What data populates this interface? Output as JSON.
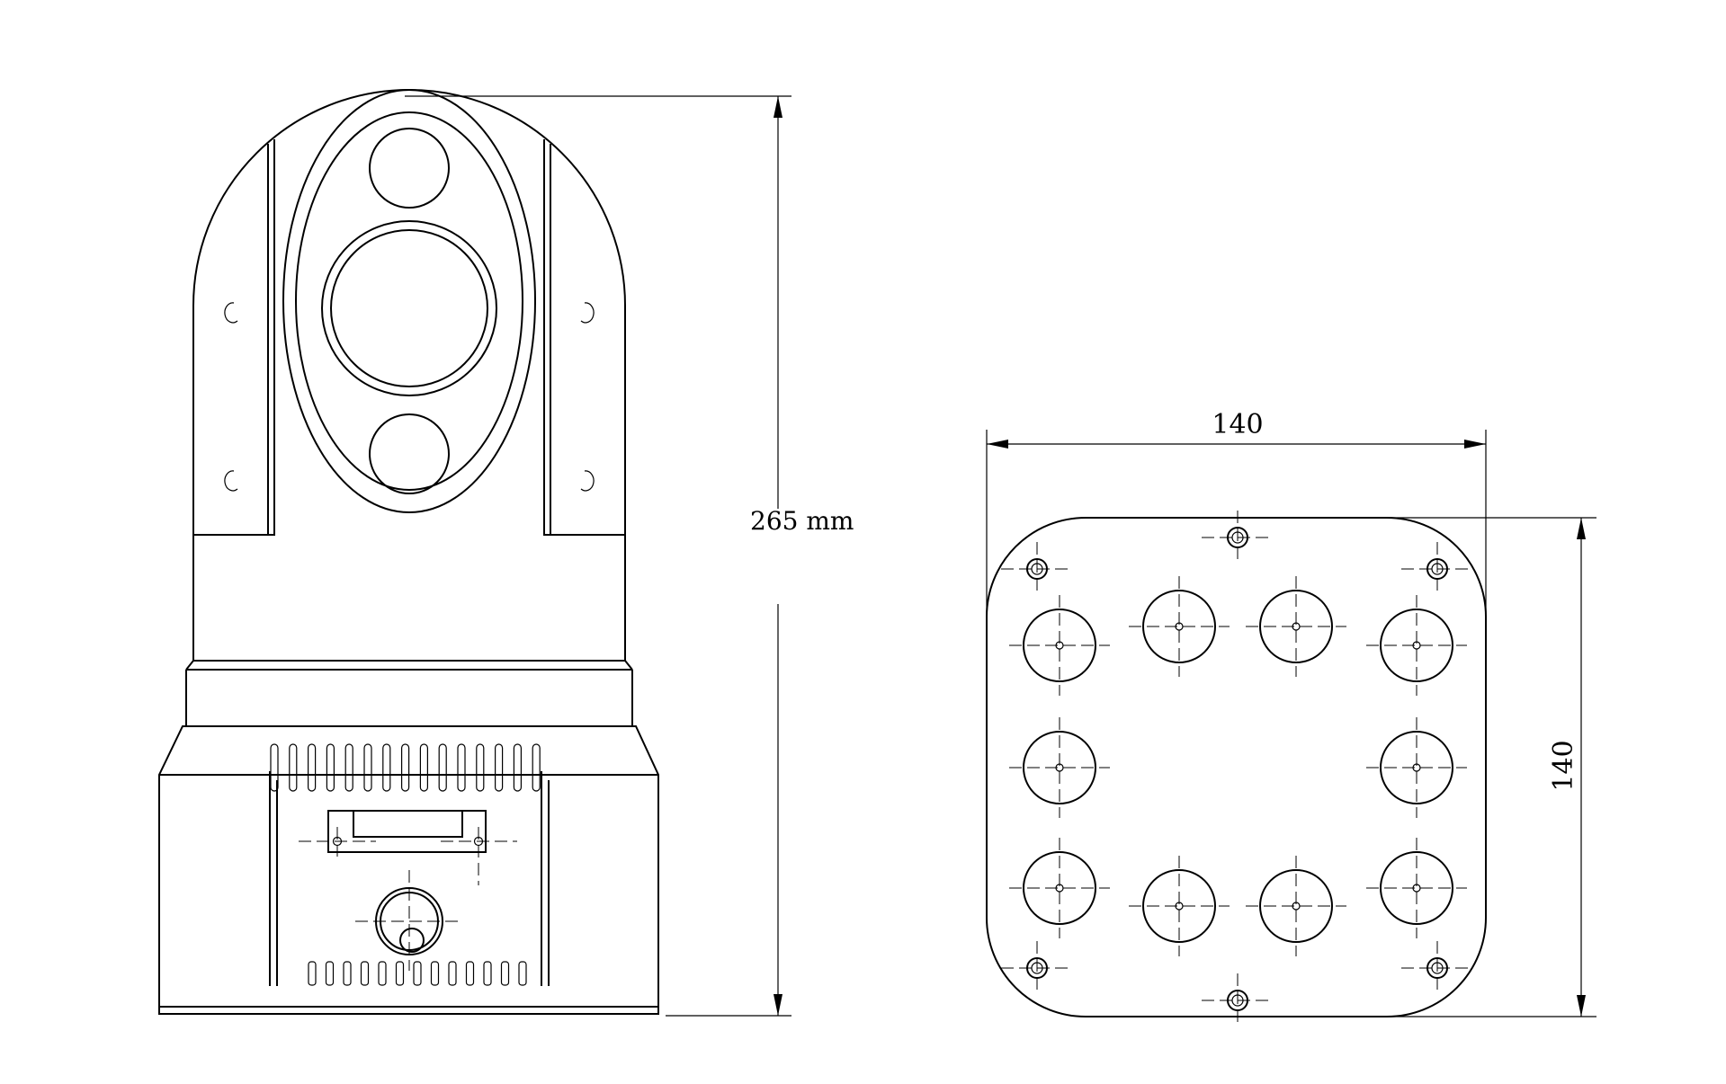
{
  "front_view": {
    "height_label": "265 mm"
  },
  "base_view": {
    "width_label": "140",
    "height_label": "140"
  }
}
